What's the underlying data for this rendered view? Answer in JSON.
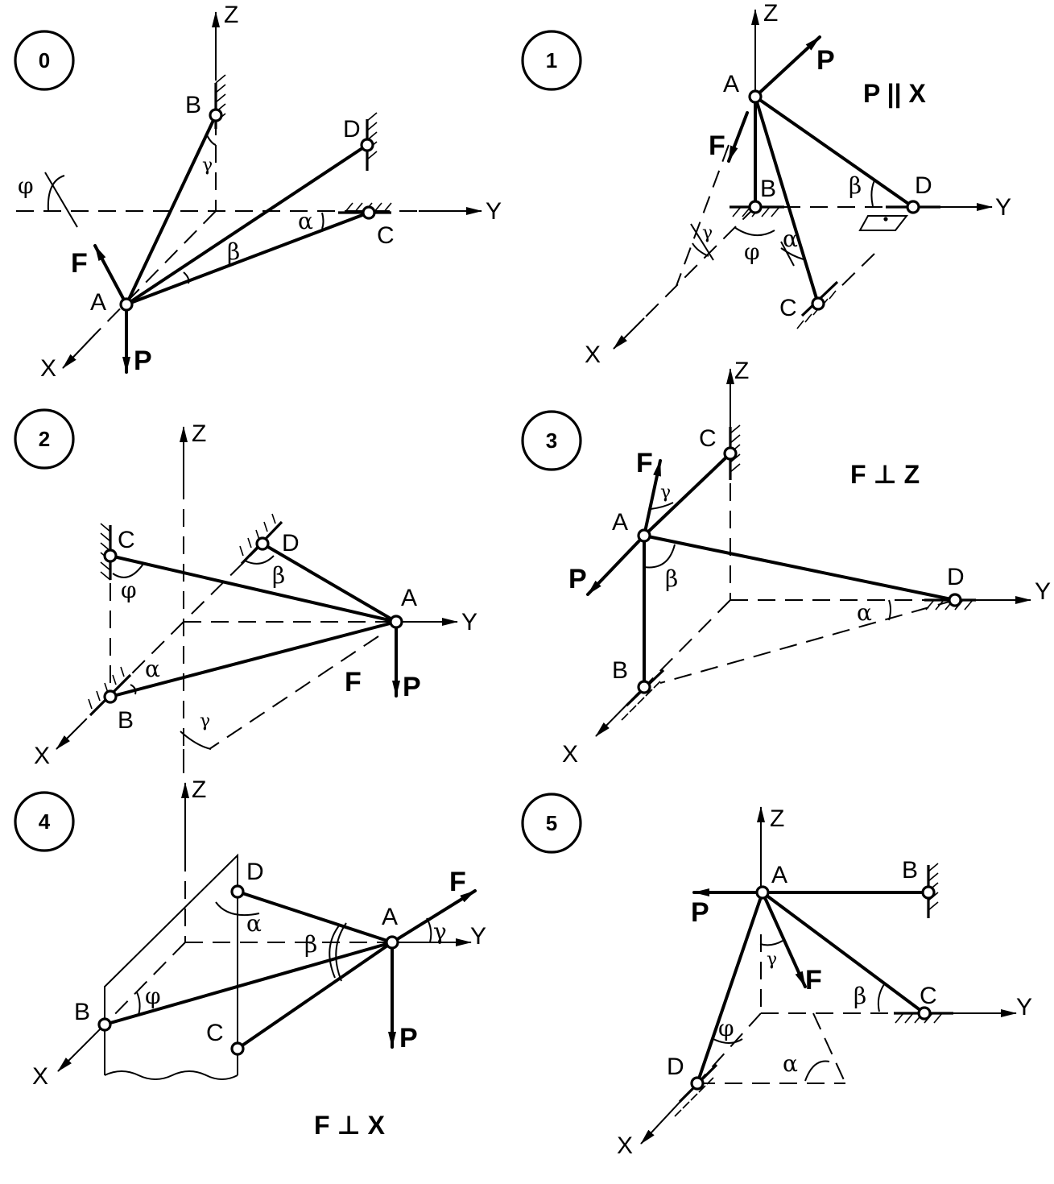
{
  "variants": [
    {
      "number": "0",
      "axes": [
        "X",
        "Y",
        "Z"
      ],
      "points": [
        "A",
        "B",
        "C",
        "D"
      ],
      "forces": [
        "F",
        "P"
      ],
      "angles": [
        "α",
        "β",
        "γ",
        "φ"
      ],
      "note": ""
    },
    {
      "number": "1",
      "axes": [
        "X",
        "Y",
        "Z"
      ],
      "points": [
        "A",
        "B",
        "C",
        "D"
      ],
      "forces": [
        "F",
        "P"
      ],
      "angles": [
        "α",
        "β",
        "γ",
        "φ"
      ],
      "note": "P || X"
    },
    {
      "number": "2",
      "axes": [
        "X",
        "Y",
        "Z"
      ],
      "points": [
        "A",
        "B",
        "C",
        "D"
      ],
      "forces": [
        "F",
        "P"
      ],
      "angles": [
        "α",
        "β",
        "γ",
        "φ"
      ],
      "note": ""
    },
    {
      "number": "3",
      "axes": [
        "X",
        "Y",
        "Z"
      ],
      "points": [
        "A",
        "B",
        "C",
        "D"
      ],
      "forces": [
        "F",
        "P"
      ],
      "angles": [
        "α",
        "β",
        "γ"
      ],
      "note": "F ⊥ Z"
    },
    {
      "number": "4",
      "axes": [
        "X",
        "Y",
        "Z"
      ],
      "points": [
        "A",
        "B",
        "C",
        "D"
      ],
      "forces": [
        "F",
        "P"
      ],
      "angles": [
        "α",
        "β",
        "γ",
        "φ"
      ],
      "note": "F ⊥ X"
    },
    {
      "number": "5",
      "axes": [
        "X",
        "Y",
        "Z"
      ],
      "points": [
        "A",
        "B",
        "C",
        "D"
      ],
      "forces": [
        "F",
        "P"
      ],
      "angles": [
        "α",
        "β",
        "γ",
        "φ"
      ],
      "note": ""
    }
  ]
}
